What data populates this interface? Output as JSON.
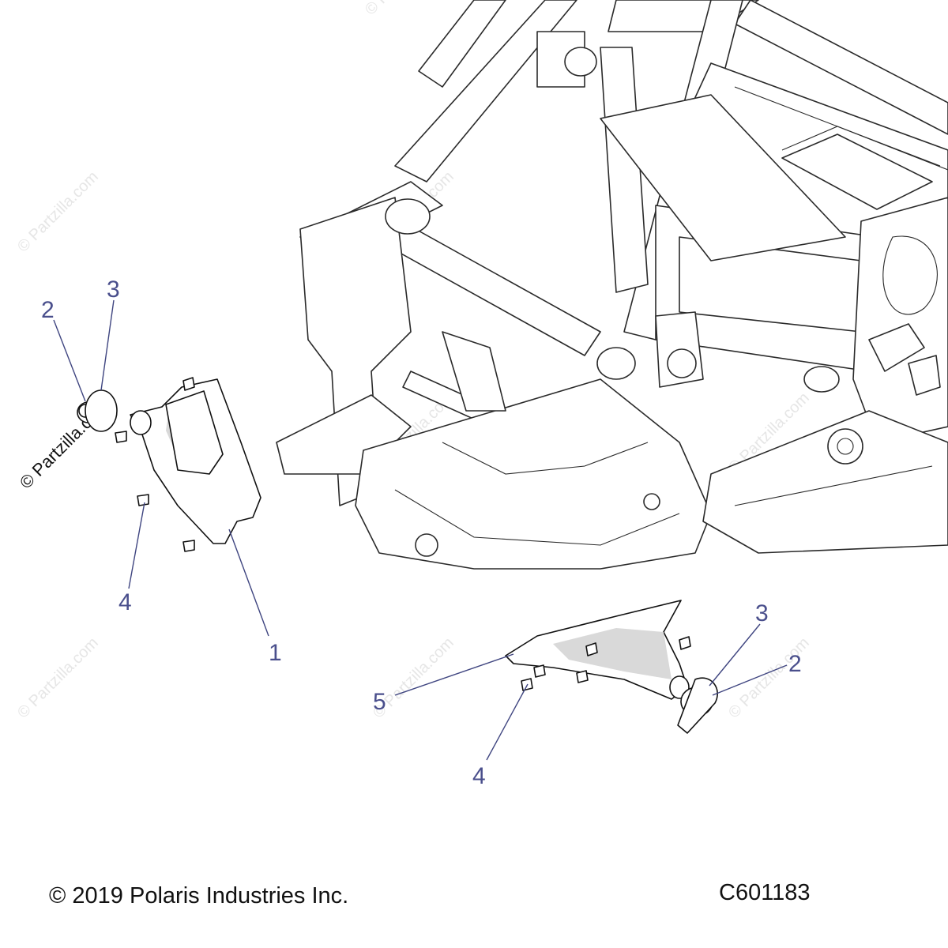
{
  "footer": {
    "copyright": "© 2019 Polaris Industries Inc.",
    "code": "C601183"
  },
  "watermark": "© Partzilla.com",
  "callouts": {
    "left_2": "2",
    "left_3": "3",
    "left_4": "4",
    "left_1": "1",
    "right_3": "3",
    "right_2": "2",
    "right_5": "5",
    "right_4": "4"
  },
  "colors": {
    "callout": "#4a4f8c",
    "line": "#2a2a2a",
    "watermark": "#e6e6e6"
  }
}
